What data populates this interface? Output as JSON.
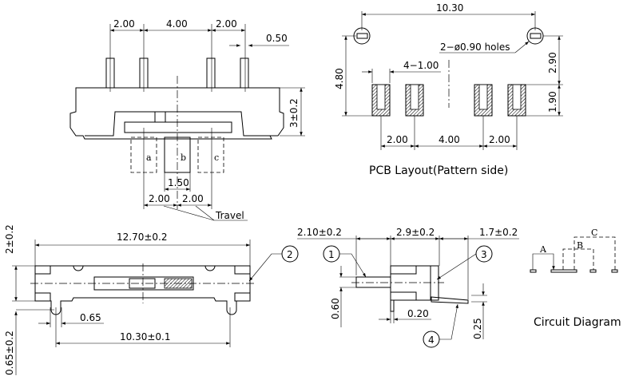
{
  "side_view": {
    "pitch_dims": [
      "2.00",
      "4.00",
      "2.00"
    ],
    "pin_width": "0.50",
    "height": "3±0.2",
    "positions": [
      "a",
      "b",
      "c"
    ],
    "knob_width": "1.50",
    "travel_dims": [
      "2.00",
      "2.00"
    ],
    "travel_label": "Travel"
  },
  "top_view": {
    "length": "12.70±0.2",
    "width": "2±0.2",
    "offset": "0.65±0.2",
    "peg_width": "0.65",
    "peg_spacing": "10.30±0.1",
    "callout": "2"
  },
  "end_view": {
    "dims": [
      "2.10±0.2",
      "2.9±0.2",
      "1.7±0.2"
    ],
    "shaft_height": "0.60",
    "pin_thickness": "0.20",
    "tab_thickness": "0.25",
    "callouts": [
      "1",
      "3",
      "4"
    ]
  },
  "pcb_layout": {
    "hole_spacing": "10.30",
    "holes_note": "2−ø0.90 holes",
    "height": "4.80",
    "upper_dim": "2.90",
    "pad_height": "1.90",
    "pad_width_note": "4−1.00",
    "pitch_dims": [
      "2.00",
      "4.00",
      "2.00"
    ],
    "title": "PCB Layout(Pattern side)"
  },
  "circuit": {
    "labels": [
      "A",
      "B",
      "C"
    ],
    "title": "Circuit Diagram"
  }
}
